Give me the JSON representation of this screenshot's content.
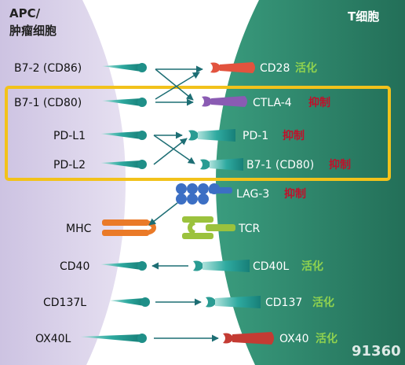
{
  "headers": {
    "left_line1": "APC/",
    "left_line2": "肿瘤细胞",
    "right": "T细胞"
  },
  "left_labels": [
    "B7-2 (CD86)",
    "B7-1 (CD80)",
    "PD-L1",
    "PD-L2",
    "MHC",
    "CD40",
    "CD137L",
    "OX40L"
  ],
  "right_labels": [
    "CD28",
    "CTLA-4",
    "PD-1",
    "B7-1 (CD80)",
    "LAG-3",
    "TCR",
    "CD40L",
    "CD137",
    "OX40"
  ],
  "effects": {
    "cd28": "活化",
    "ctla4": "抑制",
    "pd1": "抑制",
    "b71": "抑制",
    "lag3": "抑制",
    "cd40l": "活化",
    "cd137": "活化",
    "ox40": "活化"
  },
  "watermark": "91360",
  "colors": {
    "left_cell": "#cdc3e2",
    "right_cell": "#2f8c70",
    "ligand": "#1f9e95",
    "highlight_box": "#f2c21b",
    "cd28": "#e2533e",
    "ctla4": "#8a5bb3",
    "mhc": "#ea7a28",
    "tcr": "#9bc23d",
    "lag3": "#3c6fc4",
    "ox40": "#c43b33",
    "activate": "#8fd14f",
    "inhibit": "#c0102a"
  }
}
